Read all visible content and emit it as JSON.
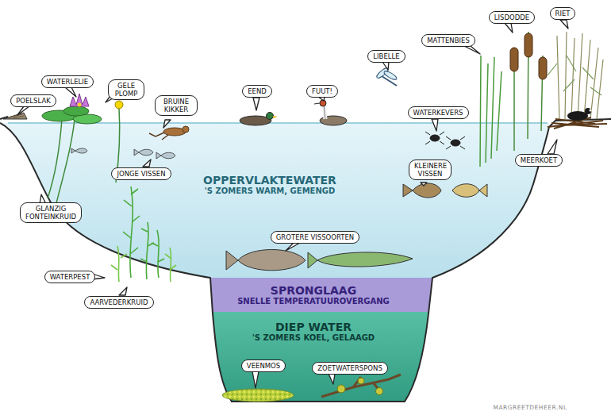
{
  "diagram": {
    "nodes": [
      {
        "text": [
          "RIET"
        ]
      },
      {
        "text": [
          "LISDODDE"
        ]
      },
      {
        "text": [
          "MATTENBIES"
        ]
      },
      {
        "text": [
          "LIBELLE"
        ]
      },
      {
        "text": [
          "WATERLELIE"
        ]
      },
      {
        "text": [
          "GELE PLOMP"
        ]
      },
      {
        "text": [
          "EEND"
        ]
      },
      {
        "text": [
          "FUUT!"
        ]
      },
      {
        "text": [
          "BRUINE KIKKER"
        ]
      },
      {
        "text": [
          "POELSLAK"
        ]
      },
      {
        "text": [
          "WATERKEVERS"
        ]
      },
      {
        "text": [
          "MEERKOET"
        ]
      },
      {
        "text": [
          "KLEINERE VISSEN"
        ]
      },
      {
        "text": [
          "JONGE VISSEN"
        ]
      },
      {
        "text": [
          "OPPERVLAKTEWATER",
          "'S ZOMERS WARM, GEMENGD"
        ]
      },
      {
        "text": [
          "GLANZIG FONTEINKRUID"
        ]
      },
      {
        "text": [
          "GROTERE VISSOORTEN"
        ]
      },
      {
        "text": [
          "WATERPEST"
        ]
      },
      {
        "text": [
          "SPRONGLAAG",
          "SNELLE TEMPERATUUROVERGANG"
        ]
      },
      {
        "text": [
          "AARVEDERKRUID"
        ]
      },
      {
        "text": [
          "DIEP WATER",
          "'S ZOMERS KOEL, GELAAGD"
        ]
      },
      {
        "text": [
          "VEENMOS"
        ]
      },
      {
        "text": [
          "ZOETWATERSPONS"
        ]
      }
    ],
    "labels": [
      "MARGREETDEHEER.NL"
    ]
  }
}
